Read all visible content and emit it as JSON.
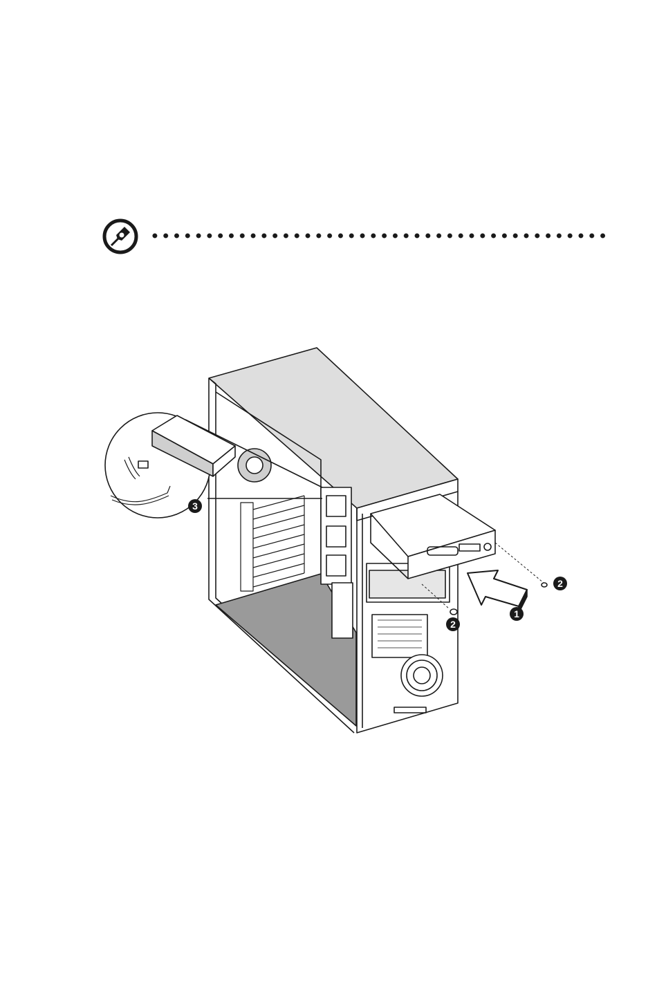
{
  "note": {
    "icon": "note-pen-icon"
  },
  "figure": {
    "callouts": [
      {
        "label": "1"
      },
      {
        "label": "2"
      },
      {
        "label": "2"
      },
      {
        "label": "3"
      }
    ]
  }
}
